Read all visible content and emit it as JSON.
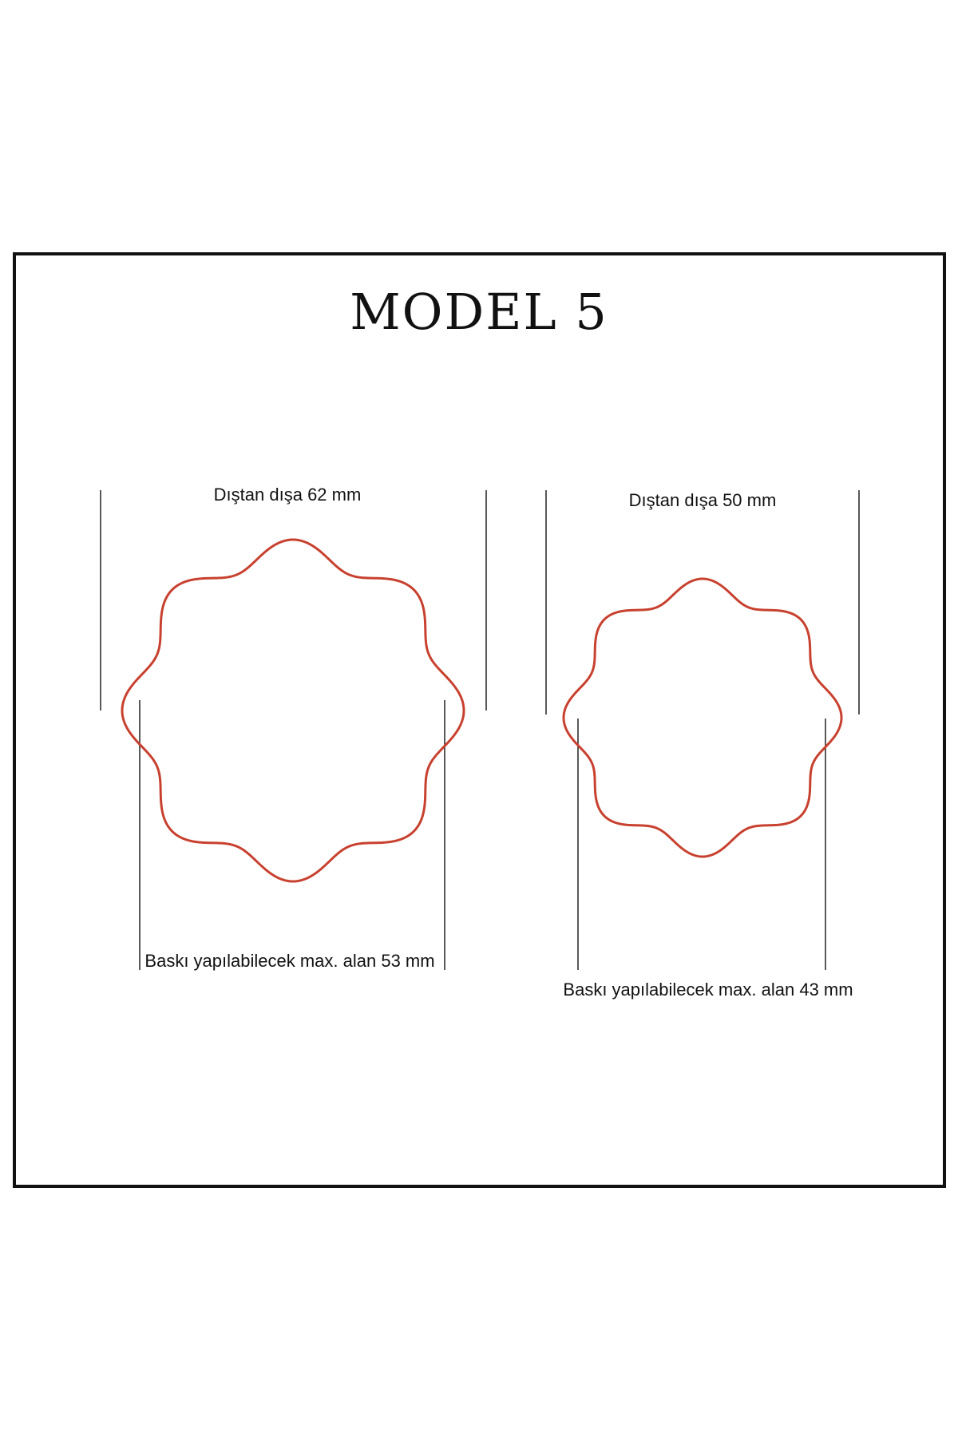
{
  "title": "MODEL 5",
  "colors": {
    "frame": "#111111",
    "outline": "#c8412f",
    "guide": "#222222"
  },
  "shapes": [
    {
      "name": "large",
      "outer_label": "Dıştan dışa 62 mm",
      "print_label": "Baskı yapılabilecek max. alan 53 mm"
    },
    {
      "name": "small",
      "outer_label": "Dıştan dışa 50 mm",
      "print_label": "Baskı yapılabilecek max. alan 43 mm"
    }
  ]
}
